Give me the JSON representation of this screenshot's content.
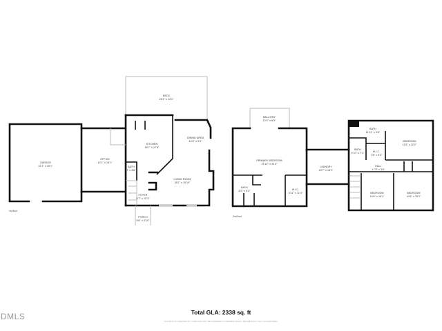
{
  "floors": [
    {
      "label": "1st floor",
      "rooms": [
        {
          "name": "GARAGE",
          "size": "41'1\" x 40'1\""
        },
        {
          "name": "OFFICE",
          "size": "12'1\" x 18'1\""
        },
        {
          "name": "KITCHEN",
          "size": "16'7\" x 17'8\""
        },
        {
          "name": "DINING AREA",
          "size": "14'3\" x 9'6\""
        },
        {
          "name": "BATH",
          "size": "7' x 4'6\""
        },
        {
          "name": "LIVING ROOM",
          "size": "18'2\" x 15'10\""
        },
        {
          "name": "FOYER",
          "size": "6'7\" x 10'3\""
        },
        {
          "name": "PORCH",
          "size": "5'8\" x 5'10\""
        },
        {
          "name": "DECK",
          "size": "25'1\" x 13'1\""
        }
      ]
    },
    {
      "label": "2nd floor",
      "rooms": [
        {
          "name": "BALCONY",
          "size": "10'3\" x 6'5\""
        },
        {
          "name": "PRIMARY BEDROOM",
          "size": "21'10\" x 20'4\""
        },
        {
          "name": "BATH",
          "size": "8'2\" x 9'2\""
        },
        {
          "name": "W.I.C.",
          "size": "6'11\" x 11'4\""
        },
        {
          "name": "LAUNDRY",
          "size": "13'7\" x 14'1\""
        },
        {
          "name": "BATH",
          "size": "11'11\" x 5'6\""
        },
        {
          "name": "BEDROOM",
          "size": "11'8\" x 12'2\""
        },
        {
          "name": "BATH",
          "size": "4'10\" x 7'1\""
        },
        {
          "name": "W.I.C.",
          "size": "7'6\" x 5'4\""
        },
        {
          "name": "HALL",
          "size": "17'9\" x 3'6\""
        },
        {
          "name": "BEDROOM",
          "size": "10'6\" x 15'1\""
        },
        {
          "name": "BEDROOM",
          "size": "10'6\" x 15'1\""
        }
      ]
    }
  ],
  "total_gla": "Total GLA: 2338 sq. ft",
  "disclaimer": "FLOOR PLAN CREATED BY CUBICASA APP. MEASUREMENTS DEEMED HIGHLY RELIABLE BUT NOT GUARANTEED.",
  "logo": "DMLS"
}
